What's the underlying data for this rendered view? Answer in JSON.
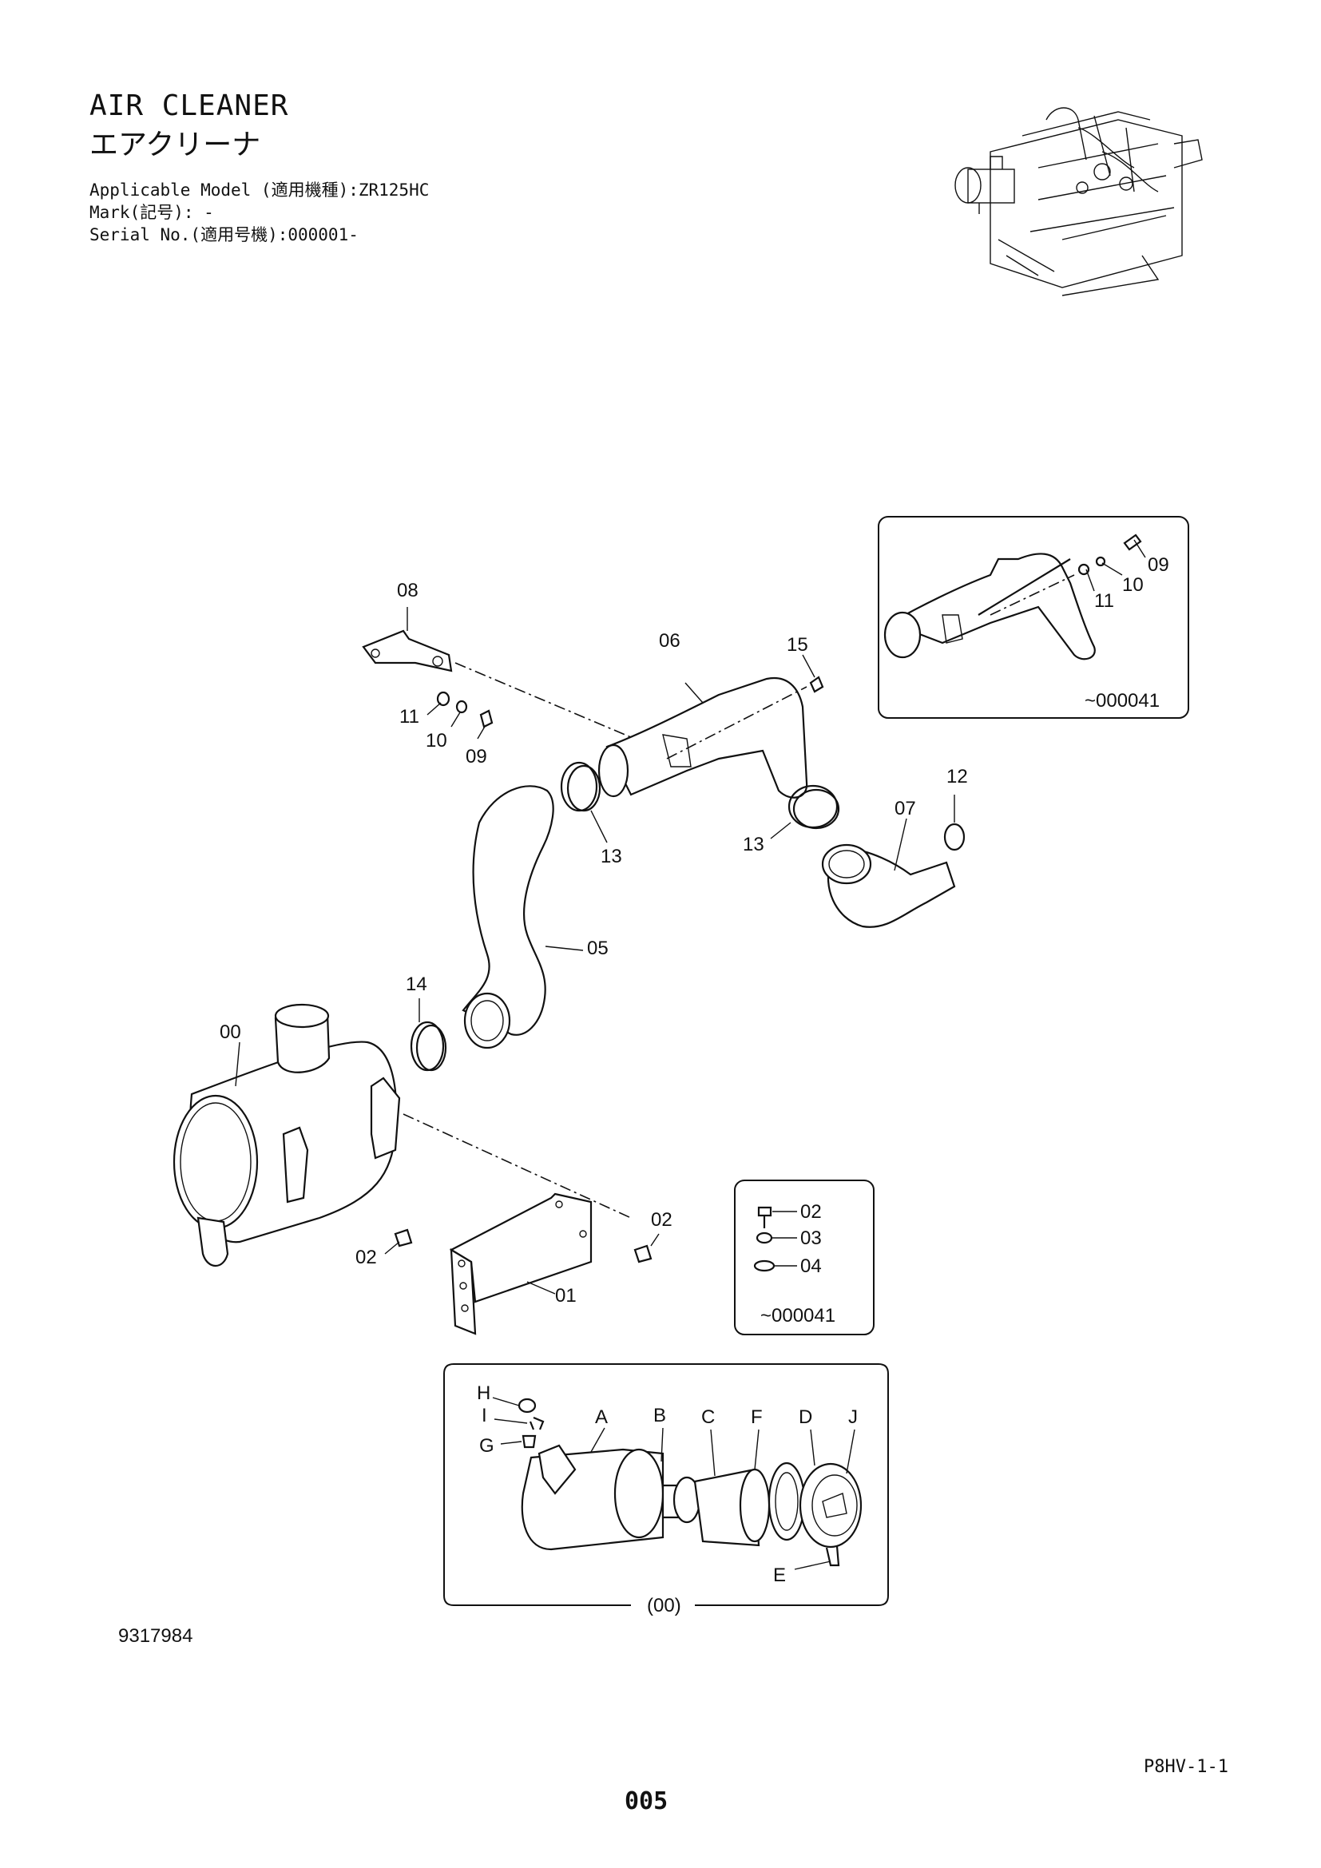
{
  "header": {
    "title_en": "AIR CLEANER",
    "title_ja": "エアクリーナ",
    "applicable_model": "Applicable Model (適用機種):ZR125HC",
    "mark": "Mark(記号): -",
    "serial_no": "Serial No.(適用号機):000001-"
  },
  "parts": {
    "p00": "00",
    "p01": "01",
    "p02a": "02",
    "p02b": "02",
    "p05": "05",
    "p06": "06",
    "p07": "07",
    "p08": "08",
    "p09": "09",
    "p10": "10",
    "p11": "11",
    "p12": "12",
    "p13a": "13",
    "p13b": "13",
    "p14": "14",
    "p15": "15",
    "inset1_p09": "09",
    "inset1_p10": "10",
    "inset1_p11": "11",
    "inset1_serial": "~000041",
    "inset2_p02": "02",
    "inset2_p03": "03",
    "inset2_p04": "04",
    "inset2_serial": "~000041",
    "sub_A": "A",
    "sub_B": "B",
    "sub_C": "C",
    "sub_D": "D",
    "sub_E": "E",
    "sub_F": "F",
    "sub_G": "G",
    "sub_H": "H",
    "sub_I": "I",
    "sub_J": "J",
    "sub_caption": "(00)"
  },
  "footer": {
    "figure_number": "9317984",
    "page_code": "P8HV-1-1",
    "page_number": "005"
  }
}
